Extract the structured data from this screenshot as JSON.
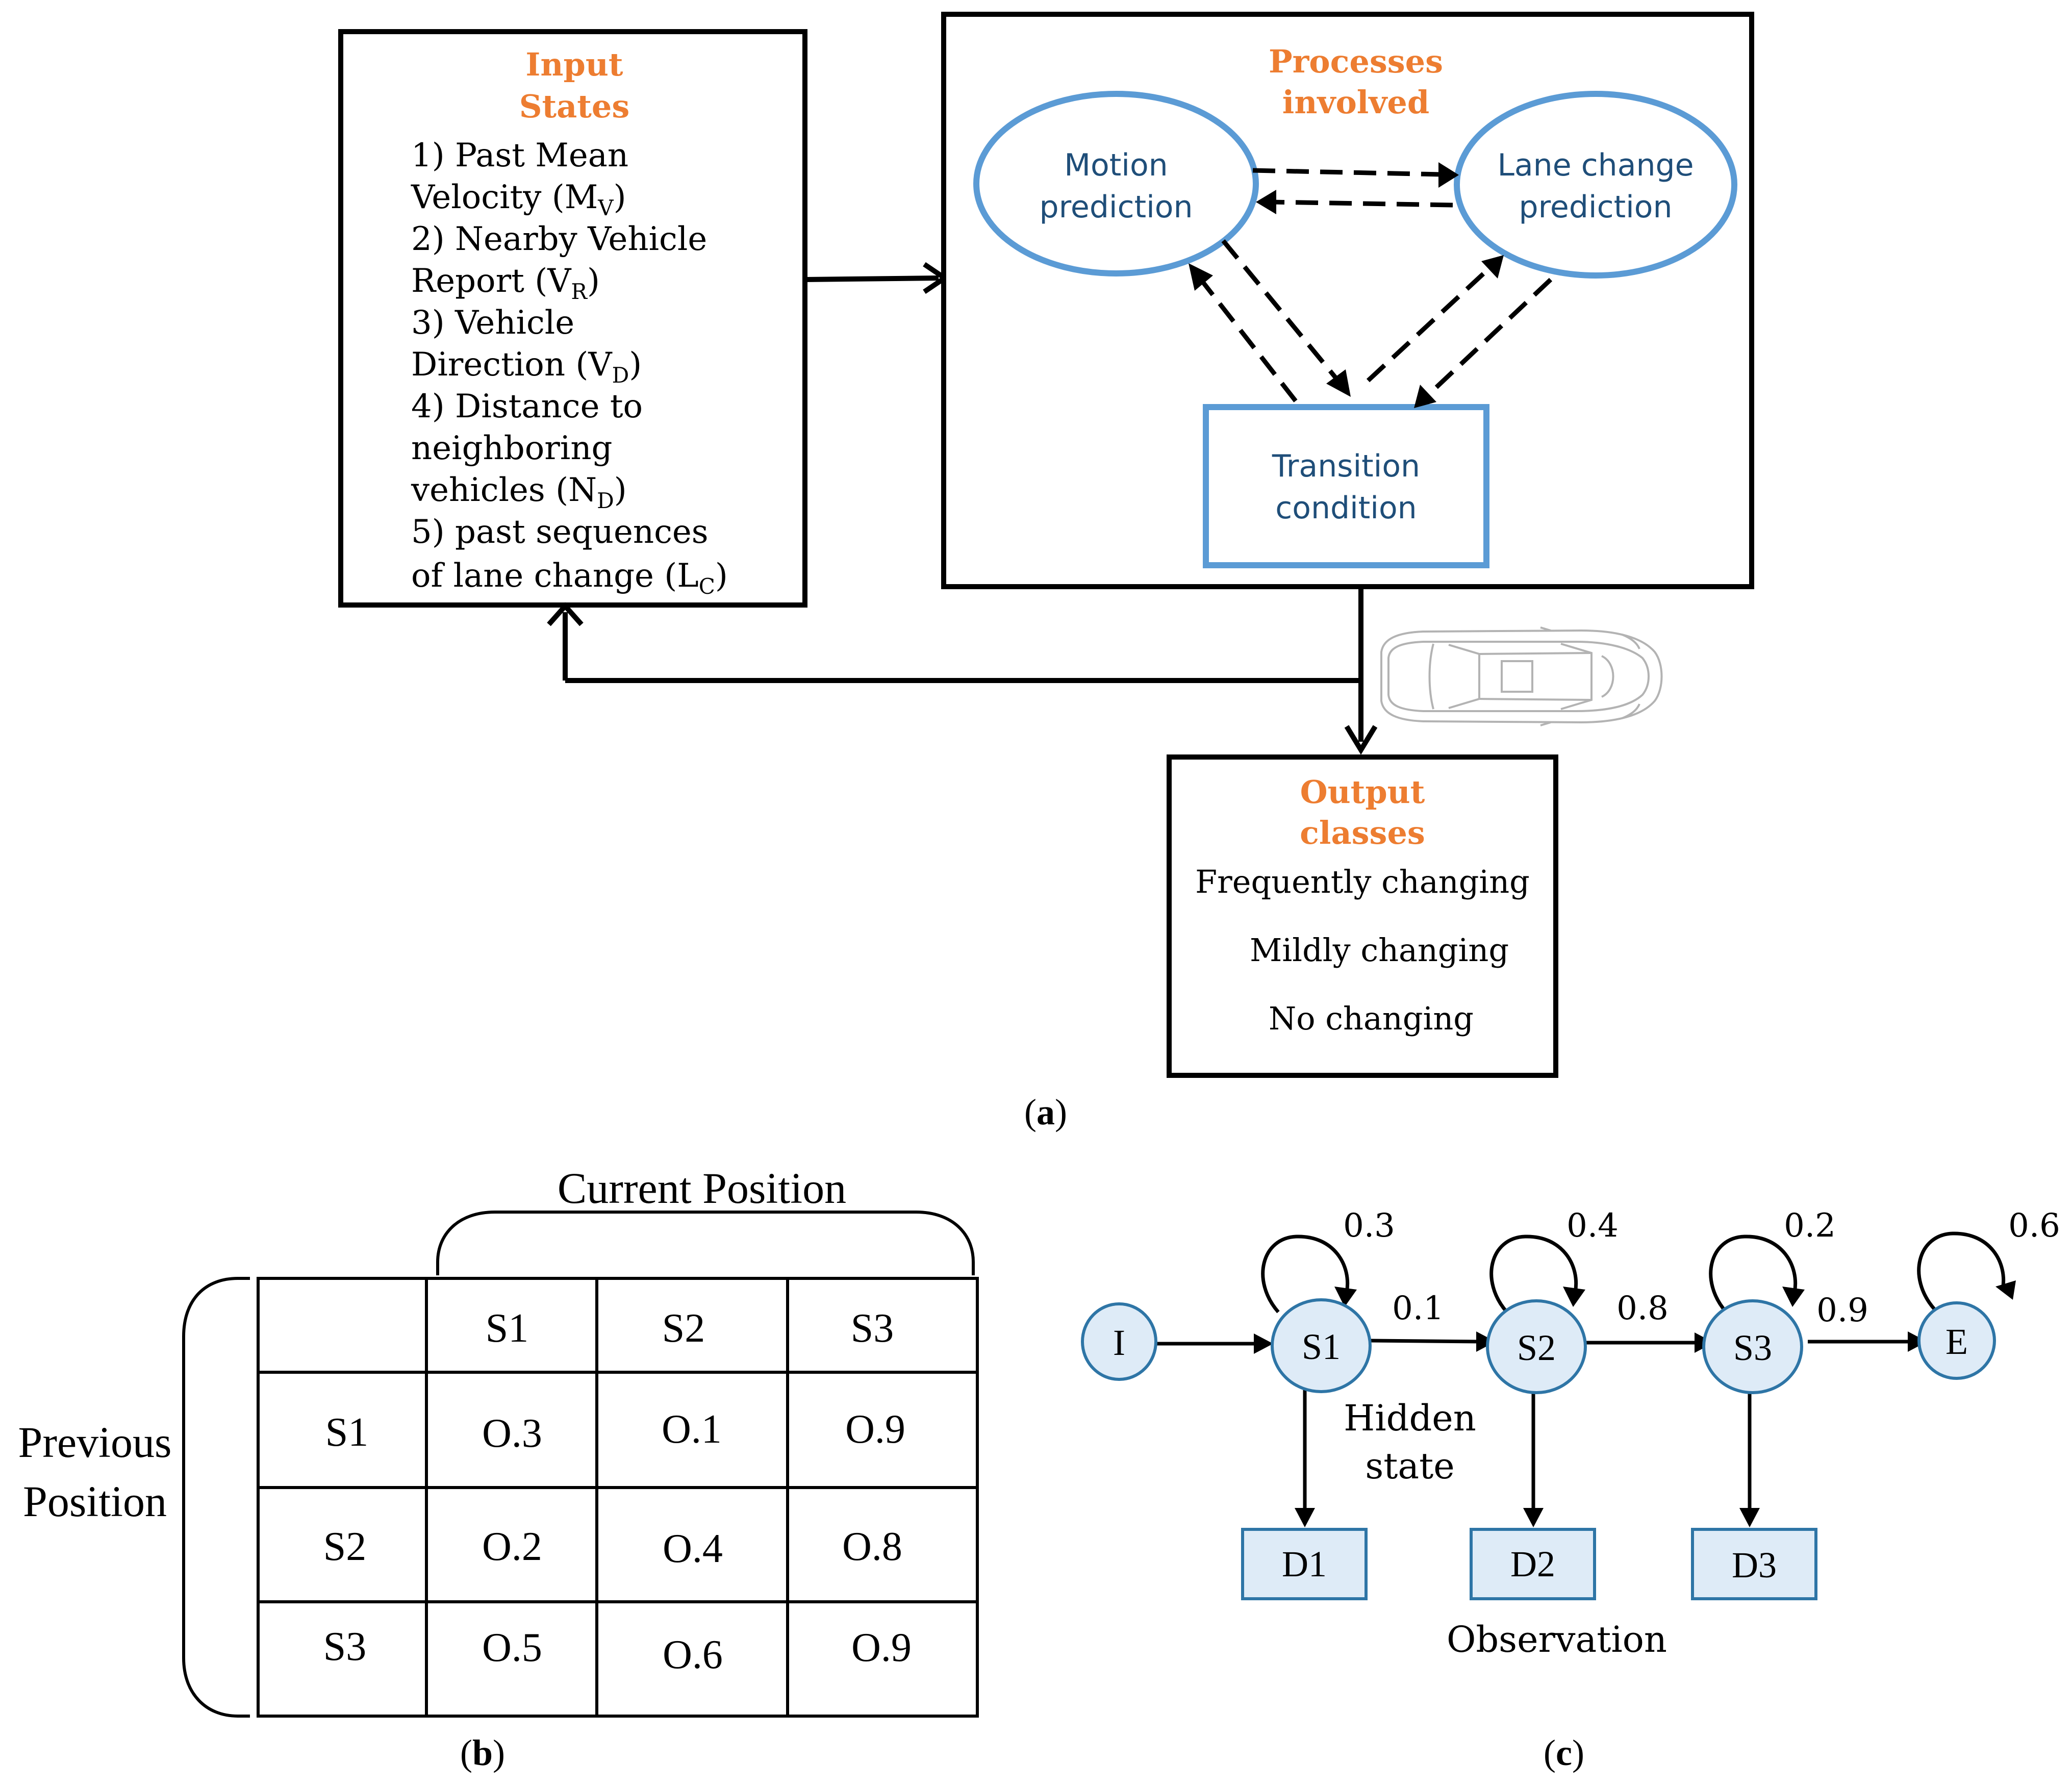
{
  "colors": {
    "orange": "#ED7D31",
    "blue_stroke": "#5B9BD5",
    "blue_text": "#1F4E79",
    "node_stroke": "#2E75A6",
    "node_fill": "#DEEBF7",
    "black": "#000000"
  },
  "panel_a": {
    "input_box": {
      "heading_line1": "Input",
      "heading_line2": "States",
      "items": [
        {
          "line1": "1) Past Mean",
          "line2_main": "Velocity (M",
          "line2_sub": "V",
          "line2_end": ")"
        },
        {
          "line1": "2) Nearby Vehicle",
          "line2_main": "Report (V",
          "line2_sub": "R",
          "line2_end": ")"
        },
        {
          "line1": "3) Vehicle",
          "line2_main": "Direction (V",
          "line2_sub": "D",
          "line2_end": ")"
        },
        {
          "line1": "4) Distance to",
          "line1b": "neighboring",
          "line2_main": "vehicles (N",
          "line2_sub": "D",
          "line2_end": ")"
        },
        {
          "line1": "5) past sequences",
          "line2_main": "of lane change (L",
          "line2_sub": "C",
          "line2_end": ")"
        }
      ]
    },
    "process_box": {
      "heading_line1": "Processes",
      "heading_line2": "involved",
      "motion_line1": "Motion",
      "motion_line2": "prediction",
      "lane_line1": "Lane change",
      "lane_line2": "prediction",
      "transition_line1": "Transition",
      "transition_line2": "condition"
    },
    "output_box": {
      "heading_line1": "Output",
      "heading_line2": "classes",
      "classes": [
        "Frequently changing",
        "Mildly changing",
        "No changing"
      ]
    },
    "caption_open": "(",
    "caption_letter": "a",
    "caption_close": ")"
  },
  "panel_b": {
    "col_group_label": "Current Position",
    "row_group_label_line1": "Previous",
    "row_group_label_line2": "Position",
    "col_headers": [
      "S1",
      "S2",
      "S3"
    ],
    "row_headers": [
      "S1",
      "S2",
      "S3"
    ],
    "cells": [
      [
        "O.3",
        "O.1",
        "O.9"
      ],
      [
        "O.2",
        "O.4",
        "O.8"
      ],
      [
        "O.5",
        "O.6",
        "O.9"
      ]
    ],
    "caption_open": "(",
    "caption_letter": "b",
    "caption_close": ")"
  },
  "panel_c": {
    "start_node": "I",
    "end_node": "E",
    "states": [
      "S1",
      "S2",
      "S3"
    ],
    "observations": [
      "D1",
      "D2",
      "D3"
    ],
    "self_probs": [
      "0.3",
      "0.4",
      "0.2",
      "0.6"
    ],
    "transition_probs": [
      "0.1",
      "0.8",
      "0.9"
    ],
    "hidden_label_line1": "Hidden",
    "hidden_label_line2": "state",
    "observation_label": "Observation",
    "caption_open": "(",
    "caption_letter": "c",
    "caption_close": ")"
  }
}
